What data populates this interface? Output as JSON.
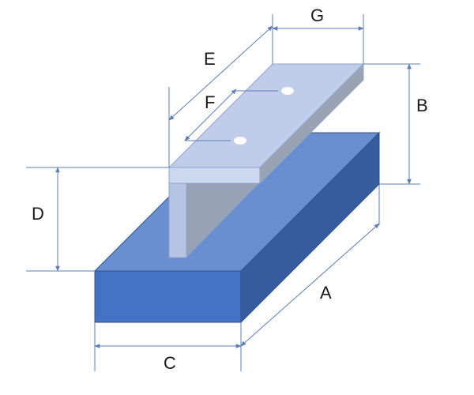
{
  "labels": {
    "a": "A",
    "b": "B",
    "c": "C",
    "d": "D",
    "e": "E",
    "f": "F",
    "g": "G"
  },
  "colors": {
    "base_front": "#4472C4",
    "base_top": "#6A8FD0",
    "base_side": "#355C9F",
    "tee_top": "#BFCDEA",
    "tee_front": "#CCD8EF",
    "tee_side": "#9AA3B3",
    "web_front": "#B4C3E2",
    "web_shadow": "#97A2B6",
    "dimension_line": "#5B7DB8"
  }
}
